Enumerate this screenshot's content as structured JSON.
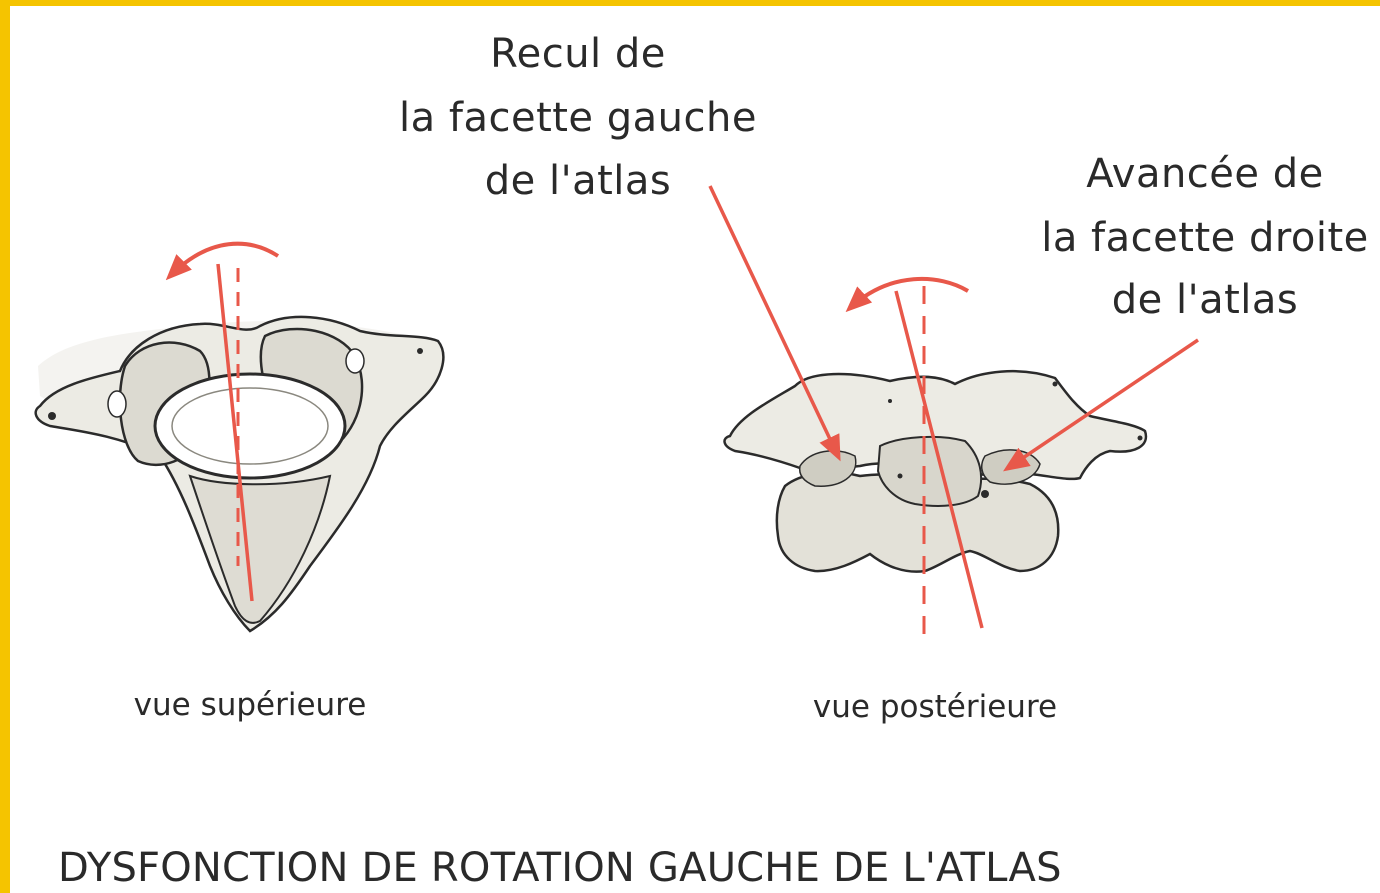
{
  "labels": {
    "recul_line1": "Recul de",
    "recul_line2": "la facette gauche",
    "recul_line3": "de l'atlas",
    "avancee_line1": "Avancée de",
    "avancee_line2": "la facette droite",
    "avancee_line3": "de l'atlas",
    "view_superior": "vue supérieure",
    "view_posterior": "vue postérieure",
    "title": "DYSFONCTION DE ROTATION GAUCHE DE L'ATLAS"
  },
  "colors": {
    "frame": "#f5c400",
    "arrow": "#e8584a",
    "bone_fill": "#ecebe4",
    "bone_shade": "#cfcdc2",
    "bone_outline": "#2b2b2b",
    "text": "#2a2a2a"
  }
}
